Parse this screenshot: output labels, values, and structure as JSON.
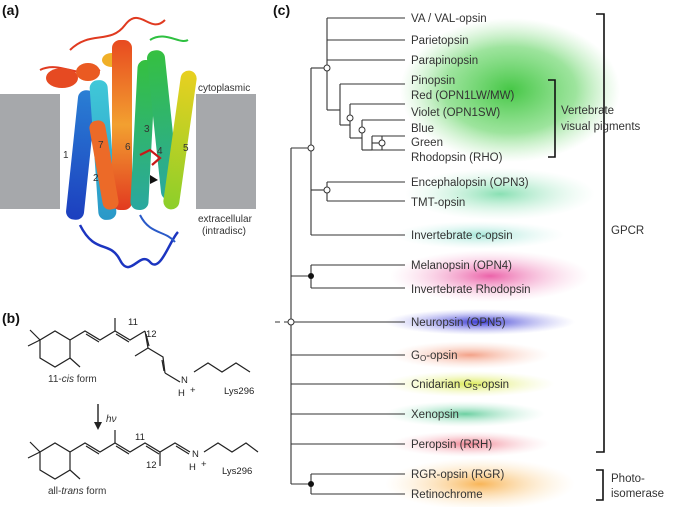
{
  "panel_a": {
    "letter": "(a)",
    "cytoplasmic": "cytoplasmic",
    "extracellular_1": "extracellular",
    "extracellular_2": "(intradisc)",
    "helix_numbers": [
      "1",
      "2",
      "3",
      "4",
      "5",
      "6",
      "7"
    ]
  },
  "panel_b": {
    "letter": "(b)",
    "cis_label": "11-",
    "cis_italic": "cis",
    "cis_suffix": " form",
    "trans_label": "all-",
    "trans_italic": "trans",
    "trans_suffix": " form",
    "light": "hν",
    "carbon_11": "11",
    "carbon_12": "12",
    "lys": "Lys296",
    "nh": "N",
    "h": "H",
    "plus": "+"
  },
  "panel_c": {
    "letter": "(c)",
    "taxa": [
      "VA / VAL-opsin",
      "Parietopsin",
      "Parapinopsin",
      "Pinopsin",
      "Red (OPN1LW/MW)",
      "Violet (OPN1SW)",
      "Blue",
      "Green",
      "Rhodopsin (RHO)",
      "Encephalopsin (OPN3)",
      "TMT-opsin",
      "Invertebrate c-opsin",
      "Melanopsin (OPN4)",
      "Invertebrate Rhodopsin",
      "Neuropsin (OPN5)",
      "Go-opsin",
      "Cnidarian Gs-opsin",
      "Xenopsin",
      "Peropsin (RRH)",
      "RGR-opsin (RGR)",
      "Retinochrome"
    ],
    "go_prefix": "G",
    "go_sub": "O",
    "go_suffix": "-opsin",
    "gs_prefix": "Cnidarian G",
    "gs_sub": "S",
    "gs_suffix": "-opsin",
    "bracket_visual_1": "Vertebrate",
    "bracket_visual_2": "visual pigments",
    "bracket_gpcr": "GPCR",
    "bracket_photo_1": "Photo-",
    "bracket_photo_2": "isomerase"
  },
  "colors": {
    "green": "#3cc43c",
    "teal": "#5fd6a8",
    "magenta": "#e8479a",
    "blue": "#3a3ad0",
    "salmon": "#f08a6a",
    "yellow": "#d8e84a",
    "red": "#ec5a6e",
    "orange": "#f7b04a",
    "membrane": "#a6a8ab"
  }
}
